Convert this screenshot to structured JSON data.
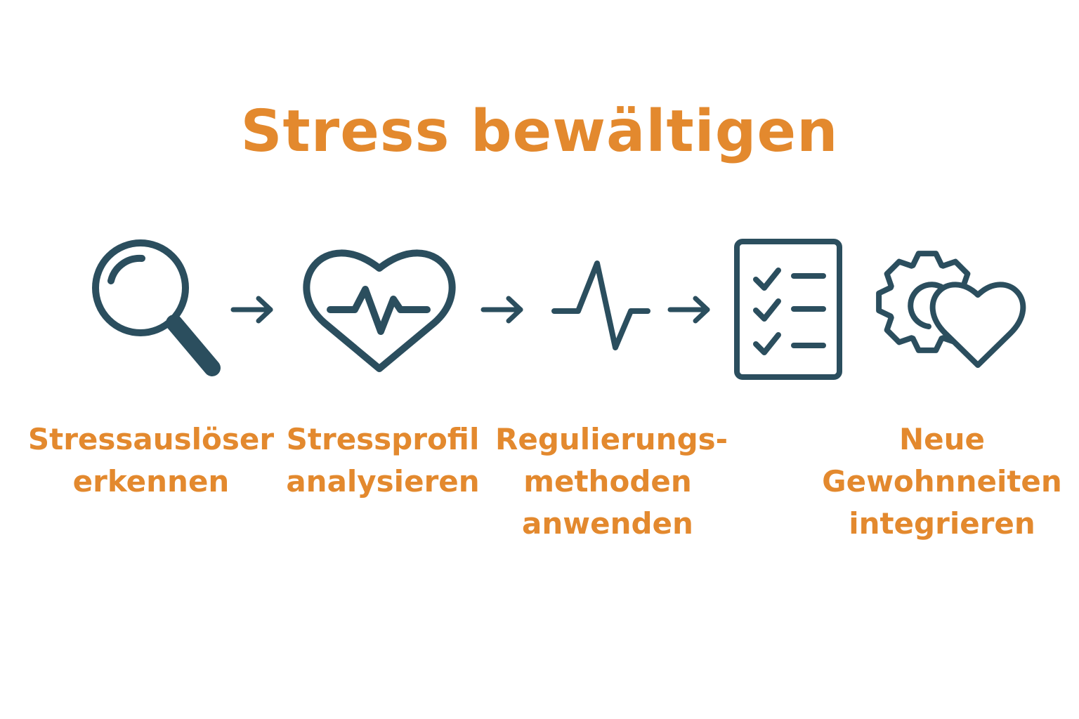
{
  "title": "Stress bewältigen",
  "colors": {
    "accent": "#E3892E",
    "icon": "#2B4E5E",
    "background": "#FFFFFF"
  },
  "steps": [
    {
      "icon": "magnifier-icon",
      "lines": [
        "Stressauslöser",
        "erkennen"
      ]
    },
    {
      "icon": "heart-pulse-icon",
      "lines": [
        "Stressprofil",
        "analysieren"
      ]
    },
    {
      "icon": "pulse-line-icon",
      "lines": [
        "Regulierungs-",
        "methoden",
        "anwenden"
      ]
    },
    {
      "icon": "checklist-icon",
      "lines": []
    },
    {
      "icon": "gear-heart-icon",
      "lines": [
        "Neue",
        "Gewohnneiten",
        "integrieren"
      ]
    }
  ],
  "connectors": [
    "arrow-right-icon",
    "arrow-right-icon",
    "arrow-right-icon"
  ]
}
